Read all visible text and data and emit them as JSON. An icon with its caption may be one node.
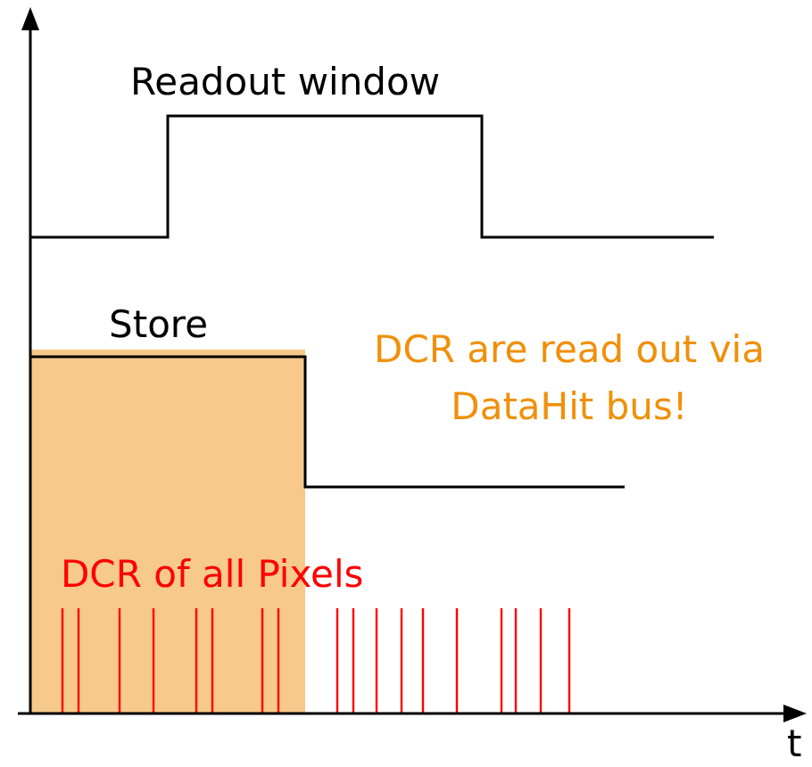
{
  "diagram": {
    "labels": [
      "Readout window",
      "Store",
      "DCR are read out via DataHit bus!",
      "DCR of all Pixels",
      "t"
    ]
  }
}
